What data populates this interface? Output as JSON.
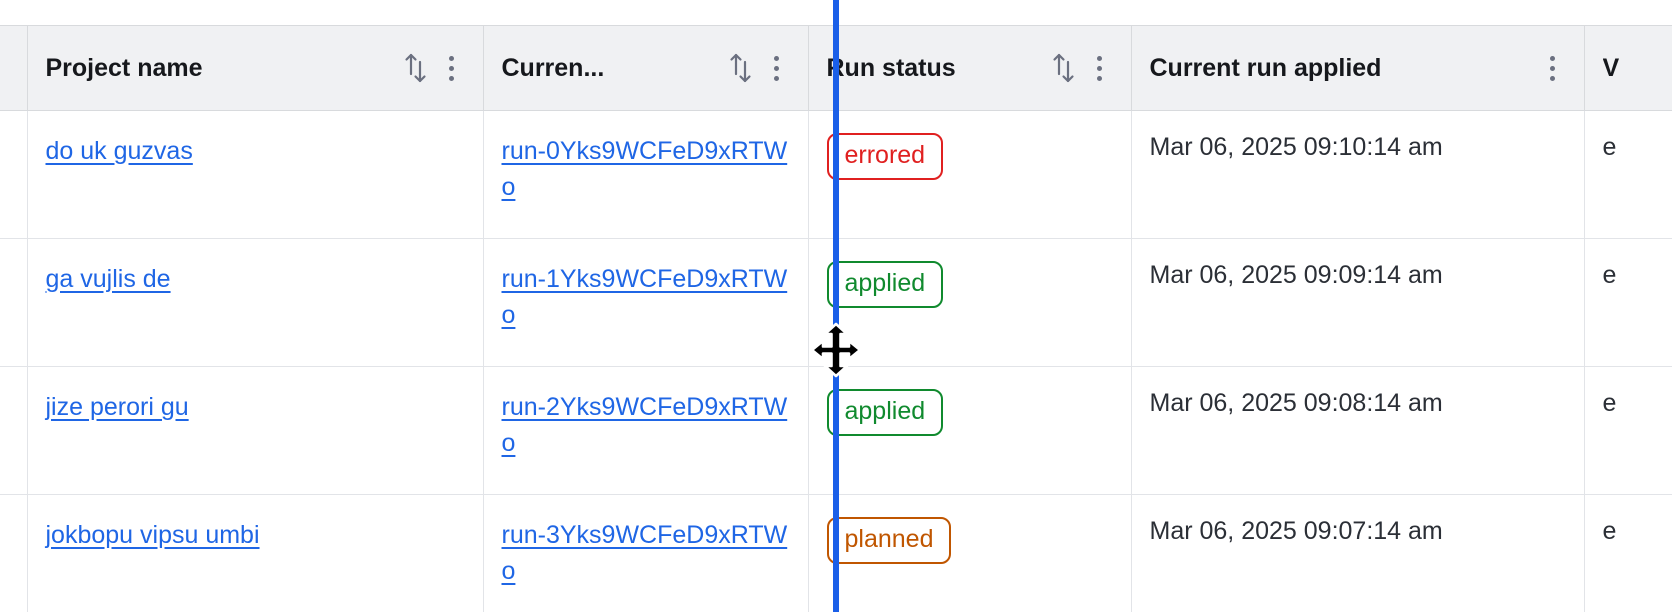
{
  "table": {
    "columns": [
      {
        "id": "project-name",
        "label": "Project name",
        "sortable": true,
        "menu": true,
        "truncated": false
      },
      {
        "id": "current-run",
        "label": "Curren...",
        "sortable": true,
        "menu": true,
        "truncated": true
      },
      {
        "id": "run-status",
        "label": "Run status",
        "sortable": true,
        "menu": true,
        "truncated": false
      },
      {
        "id": "current-run-applied",
        "label": "Current run applied",
        "sortable": false,
        "menu": true,
        "truncated": false
      },
      {
        "id": "clipped-column",
        "label": "V",
        "sortable": false,
        "menu": false,
        "truncated": true
      }
    ],
    "rows": [
      {
        "project_name": "do uk guzvas",
        "current_run": "run-0Yks9WCFeD9xRTWo",
        "run_status": "errored",
        "status_variant": "errored",
        "current_run_applied": "Mar 06, 2025 09:10:14 am",
        "clipped_cell": "e"
      },
      {
        "project_name": "ga vujlis de",
        "current_run": "run-1Yks9WCFeD9xRTWo",
        "run_status": "applied",
        "status_variant": "applied",
        "current_run_applied": "Mar 06, 2025 09:09:14 am",
        "clipped_cell": "e"
      },
      {
        "project_name": "jize perori gu",
        "current_run": "run-2Yks9WCFeD9xRTWo",
        "run_status": "applied",
        "status_variant": "applied",
        "current_run_applied": "Mar 06, 2025 09:08:14 am",
        "clipped_cell": "e"
      },
      {
        "project_name": "jokbopu vipsu umbi",
        "current_run": "run-3Yks9WCFeD9xRTWo",
        "run_status": "planned",
        "status_variant": "planned",
        "current_run_applied": "Mar 06, 2025 09:07:14 am",
        "clipped_cell": "e"
      }
    ]
  },
  "interaction": {
    "column_resize_active": true,
    "resize_cursor": "col-resize",
    "resize_line_x": 833
  },
  "colors": {
    "link": "#1f66e5",
    "resize_line": "#1a5fe8",
    "header_background": "#f0f1f3",
    "border": "#e2e4e8",
    "status_errored": "#e02020",
    "status_applied": "#108a2e",
    "status_planned": "#c05600"
  },
  "icons": {
    "sort": "sort-arrows-icon",
    "menu": "kebab-menu-icon",
    "resize": "col-resize-cursor-icon"
  }
}
